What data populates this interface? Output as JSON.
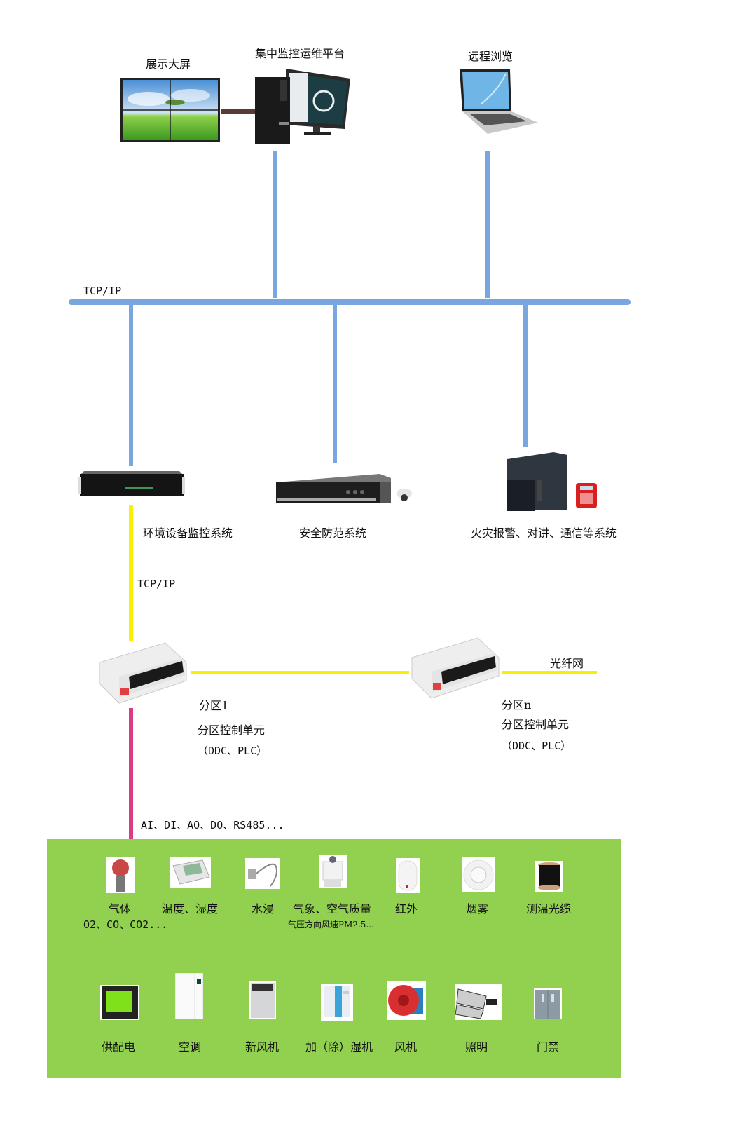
{
  "top": {
    "display_wall": {
      "label": "展示大屏",
      "icon": "video-wall-icon"
    },
    "central_platform": {
      "label": "集中监控运维平台",
      "icon": "desktop-computer-icon"
    },
    "remote_browse": {
      "label": "远程浏览",
      "icon": "laptop-icon"
    }
  },
  "network": {
    "backbone_label": "TCP/IP",
    "lower_label": "TCP/IP",
    "fiber_label": "光纤网",
    "colors": {
      "backbone": "#7aa6e0",
      "fiber": "#f7f000",
      "field": "#d93b86",
      "panel": "#92d050"
    }
  },
  "subsystems": [
    {
      "label": "环境设备监控系统",
      "icon": "rack-server-icon"
    },
    {
      "label": "安全防范系统",
      "icon": "nvr-camera-icon"
    },
    {
      "label": "火灾报警、对讲、通信等系统",
      "icon": "tower-server-phone-icon"
    }
  ],
  "zones": [
    {
      "name": "分区1",
      "unit": "分区控制单元",
      "type": "（DDC、PLC）",
      "icon": "controller-icon"
    },
    {
      "name": "分区n",
      "unit": "分区控制单元",
      "type": "（DDC、PLC）",
      "icon": "controller-icon"
    }
  ],
  "io_label": "AI、DI、AO、DO、RS485...",
  "sensors": [
    {
      "label": "气体",
      "sub": "O2、CO、CO2...",
      "icon": "gas-detector-icon"
    },
    {
      "label": "温度、湿度",
      "icon": "thermo-hygrometer-icon"
    },
    {
      "label": "水浸",
      "icon": "water-leak-sensor-icon"
    },
    {
      "label": "气象、空气质量",
      "sub": "气压方向风速PM2.5...",
      "icon": "weather-station-icon"
    },
    {
      "label": "红外",
      "icon": "infrared-detector-icon"
    },
    {
      "label": "烟雾",
      "icon": "smoke-detector-icon"
    },
    {
      "label": "测温光缆",
      "icon": "fiber-cable-reel-icon"
    }
  ],
  "equipment": [
    {
      "label": "供配电",
      "icon": "power-meter-icon"
    },
    {
      "label": "空调",
      "icon": "air-conditioner-icon"
    },
    {
      "label": "新风机",
      "icon": "fresh-air-unit-icon"
    },
    {
      "label": "加（除）湿机",
      "icon": "humidifier-icon"
    },
    {
      "label": "风机",
      "icon": "axial-fan-icon"
    },
    {
      "label": "照明",
      "icon": "floodlight-icon"
    },
    {
      "label": "门禁",
      "icon": "access-door-icon"
    }
  ]
}
